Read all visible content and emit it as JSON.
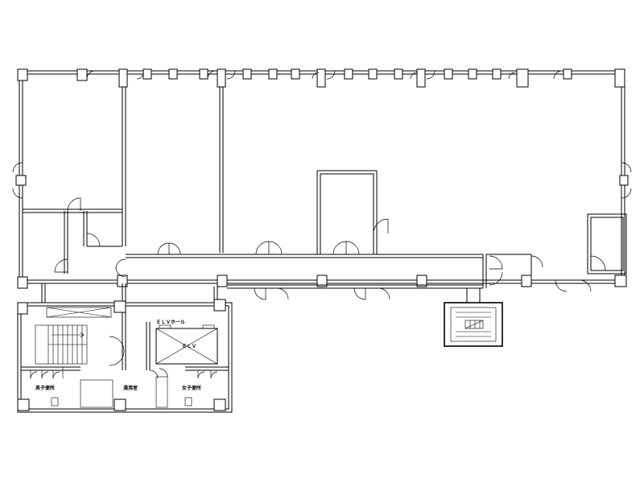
{
  "labels": {
    "elv_hall": "ＥＬＶホール",
    "elv": "ＥＬＶ",
    "mens_toilet": "男子便所",
    "janitor_room": "湯沸室",
    "womens_toilet": "女子便所"
  }
}
